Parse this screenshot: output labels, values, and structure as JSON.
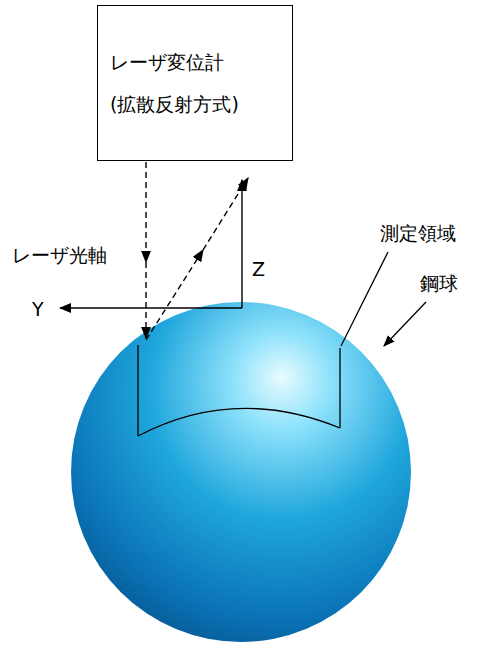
{
  "diagram": {
    "nodes": [
      {
        "text": [
          "レーザ変位計 (拡散反射方式)"
        ]
      }
    ],
    "labels": [
      "レーザ光軸",
      "Z",
      "Y",
      "測定領域",
      "鋼球"
    ]
  }
}
